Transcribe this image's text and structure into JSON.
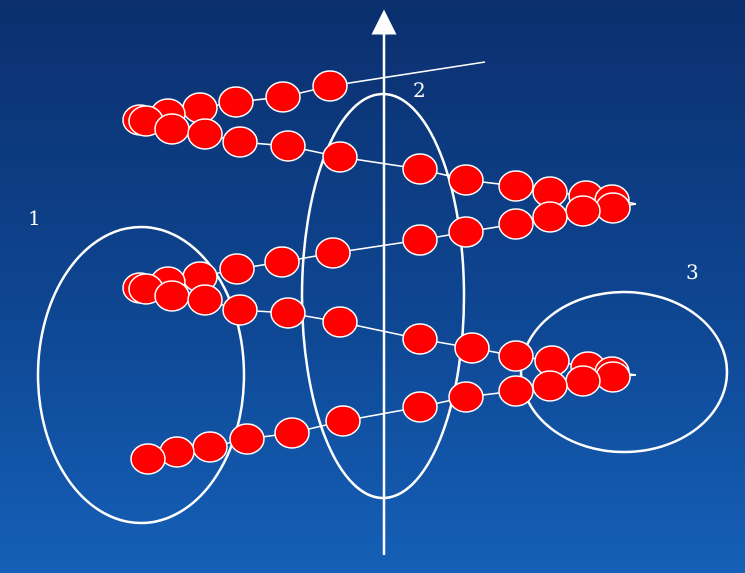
{
  "diagram": {
    "labels": {
      "region_1": "1",
      "region_2": "2",
      "region_3": "3"
    },
    "colors": {
      "background_top": "#0b2f6e",
      "background_bottom": "#1560b8",
      "bead_fill": "#ff0000",
      "bead_stroke": "#ffffff",
      "line": "#ffffff"
    }
  }
}
